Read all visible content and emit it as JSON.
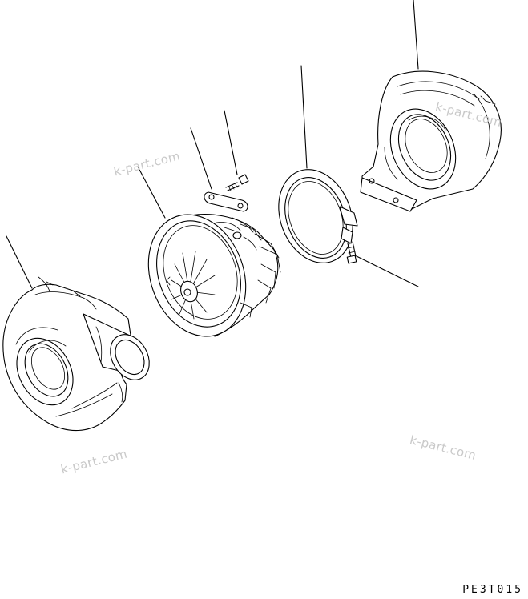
{
  "watermarks": [
    "k-part.com",
    "k-part.com",
    "k-part.com",
    "k-part.com"
  ],
  "diagram_code": "PE3T015",
  "parts": {
    "compressor_housing": "compressor-housing",
    "cartridge": "turbo-cartridge",
    "plate": "lock-plate",
    "bolt": "bolt",
    "clamp": "v-band-clamp",
    "turbine_housing": "turbine-housing"
  }
}
